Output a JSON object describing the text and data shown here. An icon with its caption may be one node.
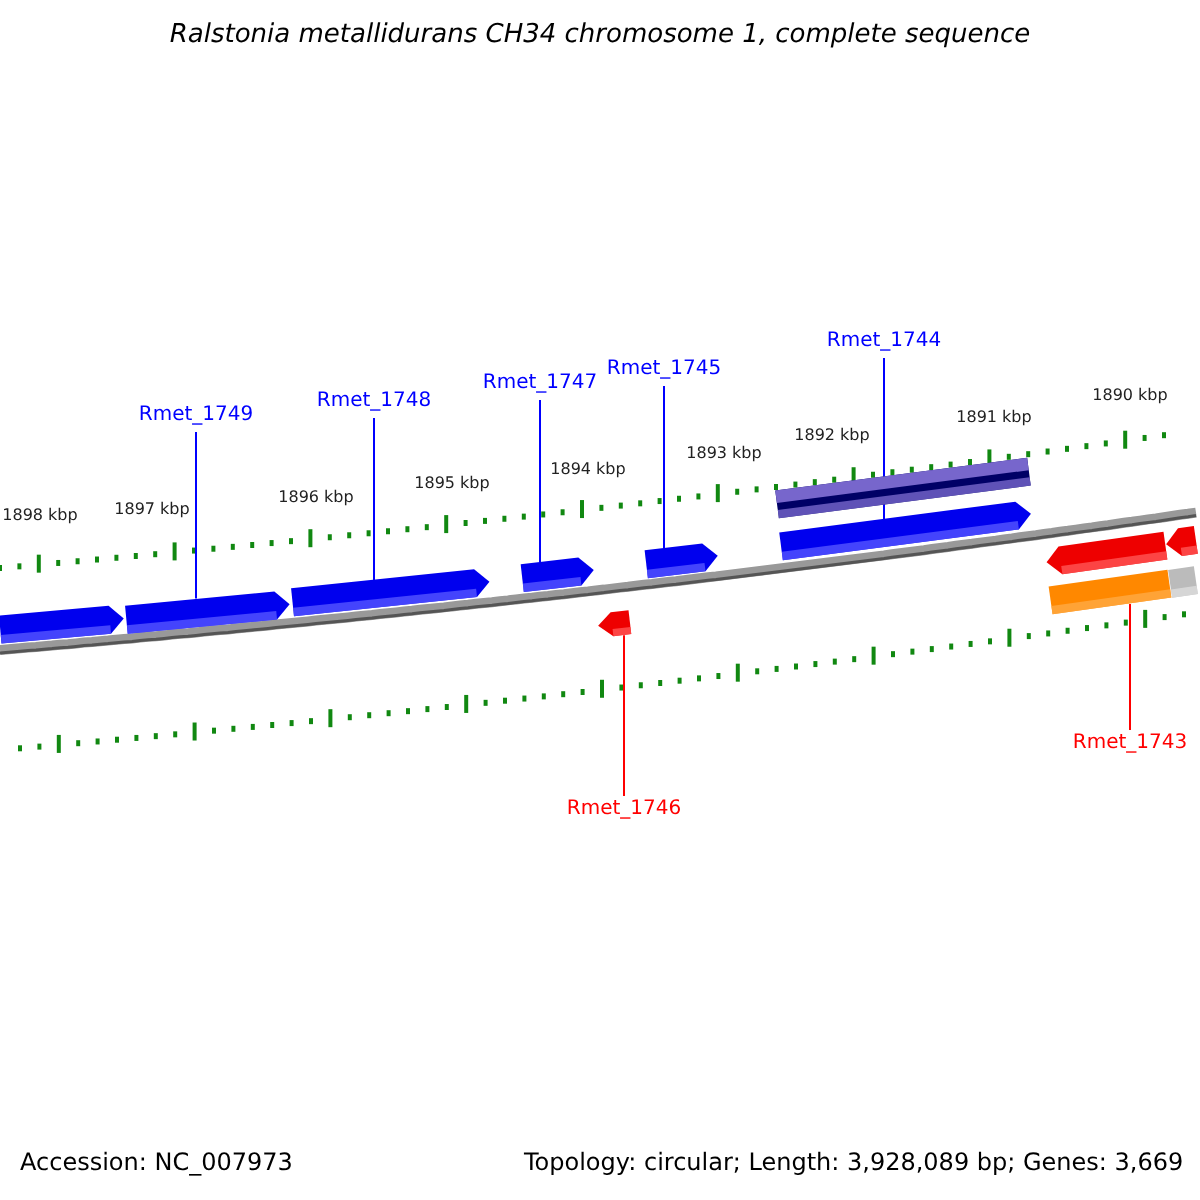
{
  "diagram": {
    "title": "Ralstonia metallidurans CH34 chromosome 1, complete sequence",
    "nodes": [
      {
        "text": [
          "Rmet_1749"
        ]
      },
      {
        "text": [
          "Rmet_1748"
        ]
      },
      {
        "text": [
          "Rmet_1747"
        ]
      },
      {
        "text": [
          "Rmet_1745"
        ]
      },
      {
        "text": [
          "Rmet_1744"
        ]
      },
      {
        "text": [
          "Rmet_1746"
        ]
      },
      {
        "text": [
          "Rmet_1743"
        ]
      },
      {
        "text": [],
        "shape": "arrow"
      },
      {
        "text": [],
        "shape": "arrow"
      },
      {
        "text": [],
        "shape": "arrow"
      },
      {
        "text": [],
        "shape": "arrow"
      },
      {
        "text": [],
        "shape": "arrow"
      },
      {
        "text": [],
        "shape": "bar"
      },
      {
        "text": [],
        "shape": "arrow"
      },
      {
        "text": [],
        "shape": "arrow"
      },
      {
        "text": [],
        "shape": "arrow"
      },
      {
        "text": [],
        "shape": "arrow"
      },
      {
        "text": [],
        "shape": "bar"
      },
      {
        "text": [],
        "shape": "bar"
      }
    ],
    "edges": [
      {
        "from": 0,
        "to": 8,
        "arrow": "none"
      },
      {
        "from": 1,
        "to": 9,
        "arrow": "none"
      },
      {
        "from": 2,
        "to": 10,
        "arrow": "none"
      },
      {
        "from": 3,
        "to": 11,
        "arrow": "none"
      },
      {
        "from": 4,
        "to": 13,
        "arrow": "none"
      },
      {
        "from": 5,
        "to": 14,
        "arrow": "none",
        "color": "#ff0000"
      },
      {
        "from": 6,
        "to": 17,
        "arrow": "none",
        "color": "#ff0000"
      }
    ],
    "labels": [
      "1898 kbp",
      "1897 kbp",
      "1896 kbp",
      "1895 kbp",
      "1894 kbp",
      "1893 kbp",
      "1892 kbp",
      "1891 kbp",
      "1890 kbp",
      "Accession: NC_007973",
      "Topology: circular; Length: 3,928,089 bp; Genes: 3,669"
    ]
  }
}
